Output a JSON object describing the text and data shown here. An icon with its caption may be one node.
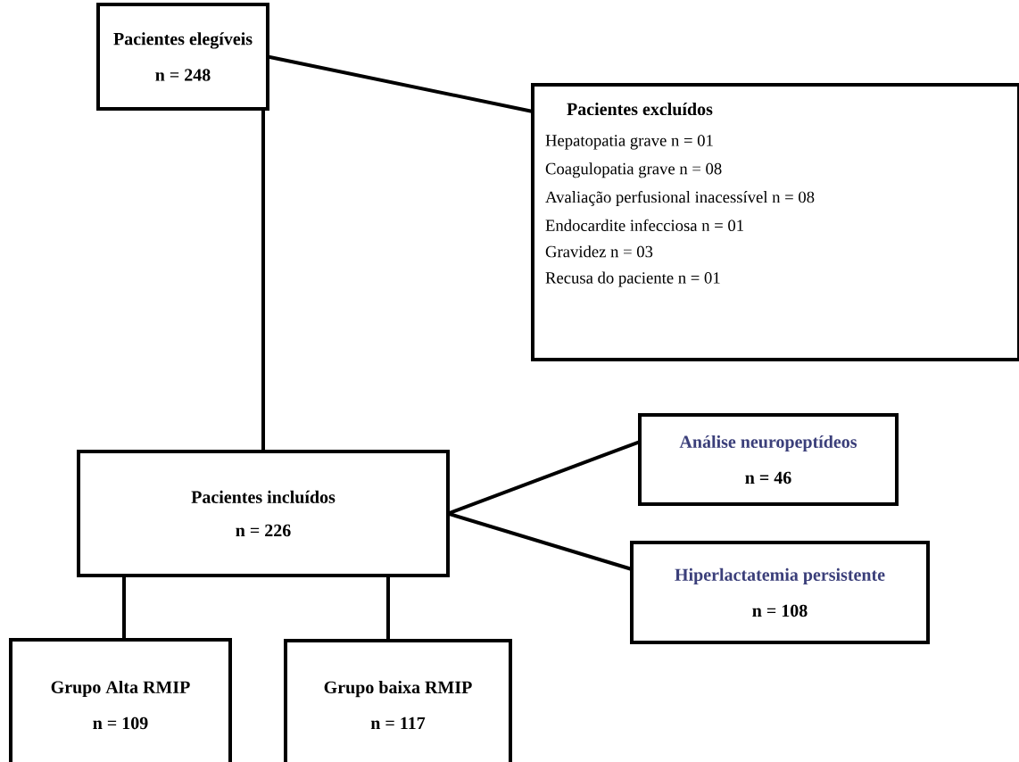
{
  "diagram": {
    "nodes": [
      {
        "text": [
          "Pacientes elegíveis",
          "n = 248"
        ]
      },
      {
        "text": [
          "Pacientes excluídos",
          "Hepatopatia grave n = 01",
          "Coagulopatia grave n =  08",
          "Avaliação perfusional inacessível n =  08",
          "Endocardite infecciosa n = 01",
          "Gravidez n = 03",
          "Recusa do paciente n = 01"
        ]
      },
      {
        "text": [
          "Pacientes incluídos",
          "n = 226"
        ]
      },
      {
        "text": [
          "Análise neuropeptídeos",
          "n = 46"
        ]
      },
      {
        "text": [
          "Hiperlactatemia persistente",
          "n = 108"
        ]
      },
      {
        "text": [
          "Grupo Alta RMIP",
          "n = 109"
        ]
      },
      {
        "text": [
          "Grupo baixa RMIP",
          "n = 117"
        ]
      }
    ],
    "edges": [
      {
        "from": 0,
        "to": 2,
        "arrow": "none"
      },
      {
        "from": 0,
        "to": 1,
        "arrow": "none"
      },
      {
        "from": 2,
        "to": 3,
        "arrow": "none"
      },
      {
        "from": 2,
        "to": 4,
        "arrow": "none"
      },
      {
        "from": 2,
        "to": 5,
        "arrow": "none"
      },
      {
        "from": 2,
        "to": 6,
        "arrow": "none"
      }
    ]
  }
}
